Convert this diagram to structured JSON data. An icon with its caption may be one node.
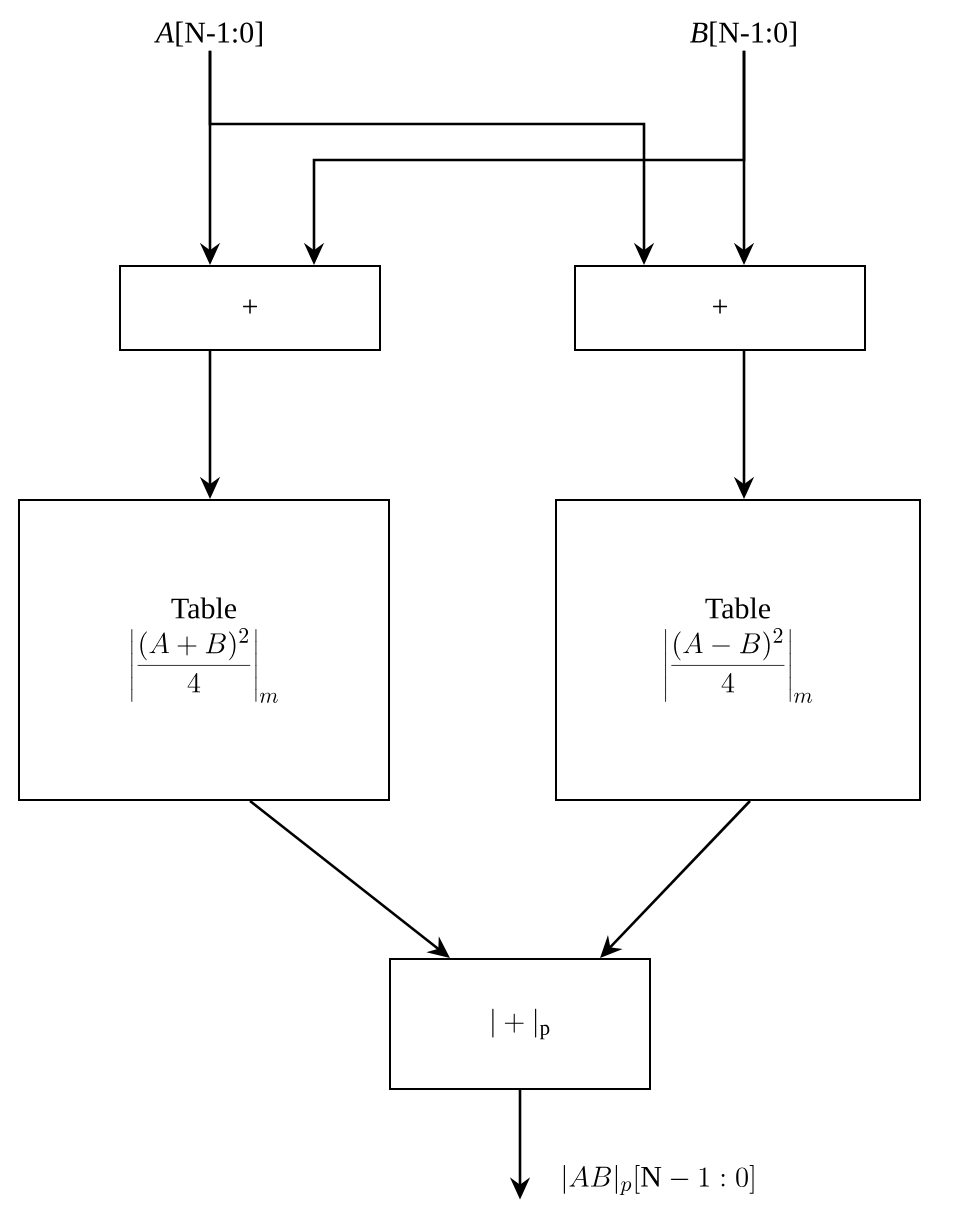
{
  "diagram": {
    "nodes": [
      {
        "text": [
          "*A*[N-1:0]"
        ]
      },
      {
        "text": [
          "*B*[N-1:0]"
        ]
      },
      {
        "text": [
          "+"
        ]
      },
      {
        "text": [
          "+"
        ]
      },
      {
        "text": [
          "Table",
          "\\left|\\frac{(A+B)^2}{4}\\right|_m"
        ]
      },
      {
        "text": [
          "Table",
          "\\left|\\frac{(A-B)^2}{4}\\right|_m"
        ]
      },
      {
        "text": [
          "|+|_\\mathrm{p}"
        ]
      },
      {
        "text": [
          "|AB|_p[\\mathrm{N}-1:0]"
        ]
      }
    ],
    "edges": [
      {
        "from": 0,
        "to": 2,
        "arrow": "to"
      },
      {
        "from": 0,
        "to": 3,
        "arrow": "to"
      },
      {
        "from": 1,
        "to": 2,
        "arrow": "to"
      },
      {
        "from": 1,
        "to": 3,
        "arrow": "to"
      },
      {
        "from": 2,
        "to": 4,
        "arrow": "to"
      },
      {
        "from": 3,
        "to": 5,
        "arrow": "to"
      },
      {
        "from": 4,
        "to": 6,
        "arrow": "to"
      },
      {
        "from": 5,
        "to": 6,
        "arrow": "to"
      },
      {
        "from": 6,
        "to": 7,
        "arrow": "to"
      }
    ]
  }
}
